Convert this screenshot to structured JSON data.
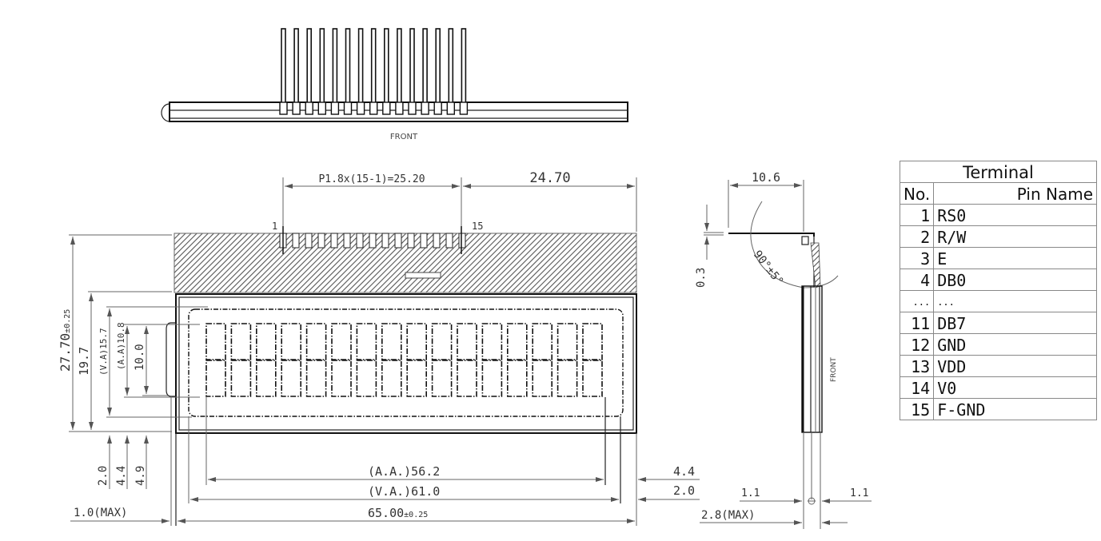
{
  "top_view": {
    "label": "FRONT",
    "pin_count": 15
  },
  "front_view": {
    "pin_pitch_label": "P1.8x(15-1)=25.20",
    "right_offset_label": "24.70",
    "pin_first_label": "1",
    "pin_last_label": "15",
    "char_columns": 16,
    "char_rows": 2
  },
  "left_dimensions": {
    "overall_height": "27.70",
    "overall_height_tol": "±0.25",
    "h_19_7": "19.7",
    "va_height": "(V.A)15.7",
    "aa_height": "(A.A)10.8",
    "h_10_0": "10.0",
    "bottom_2_0": "2.0",
    "bottom_4_4": "4.4",
    "bottom_4_9": "4.9",
    "left_margin": "1.0(MAX)"
  },
  "bottom_dimensions": {
    "aa_width": "(A.A.)56.2",
    "va_width": "(V.A.)61.0",
    "overall_width": "65.00",
    "overall_width_tol": "±0.25",
    "right_4_4": "4.4",
    "right_2_0": "2.0"
  },
  "side_view": {
    "width_label": "10.6",
    "thickness_label": "0.3",
    "angle_label": "90°±5°",
    "front_label": "FRONT",
    "left_1_1": "1.1",
    "right_1_1": "1.1",
    "max_thickness": "2.8(MAX)"
  },
  "terminal_table": {
    "title": "Terminal",
    "col_no": "No.",
    "col_pin_name": "Pin Name",
    "rows": [
      {
        "no": "1",
        "name": "RS0"
      },
      {
        "no": "2",
        "name": "R/W"
      },
      {
        "no": "3",
        "name": "E"
      },
      {
        "no": "4",
        "name": "DB0"
      },
      {
        "no": "...",
        "name": "..."
      },
      {
        "no": "11",
        "name": "DB7"
      },
      {
        "no": "12",
        "name": "GND"
      },
      {
        "no": "13",
        "name": "VDD"
      },
      {
        "no": "14",
        "name": "V0"
      },
      {
        "no": "15",
        "name": "F-GND"
      }
    ]
  }
}
